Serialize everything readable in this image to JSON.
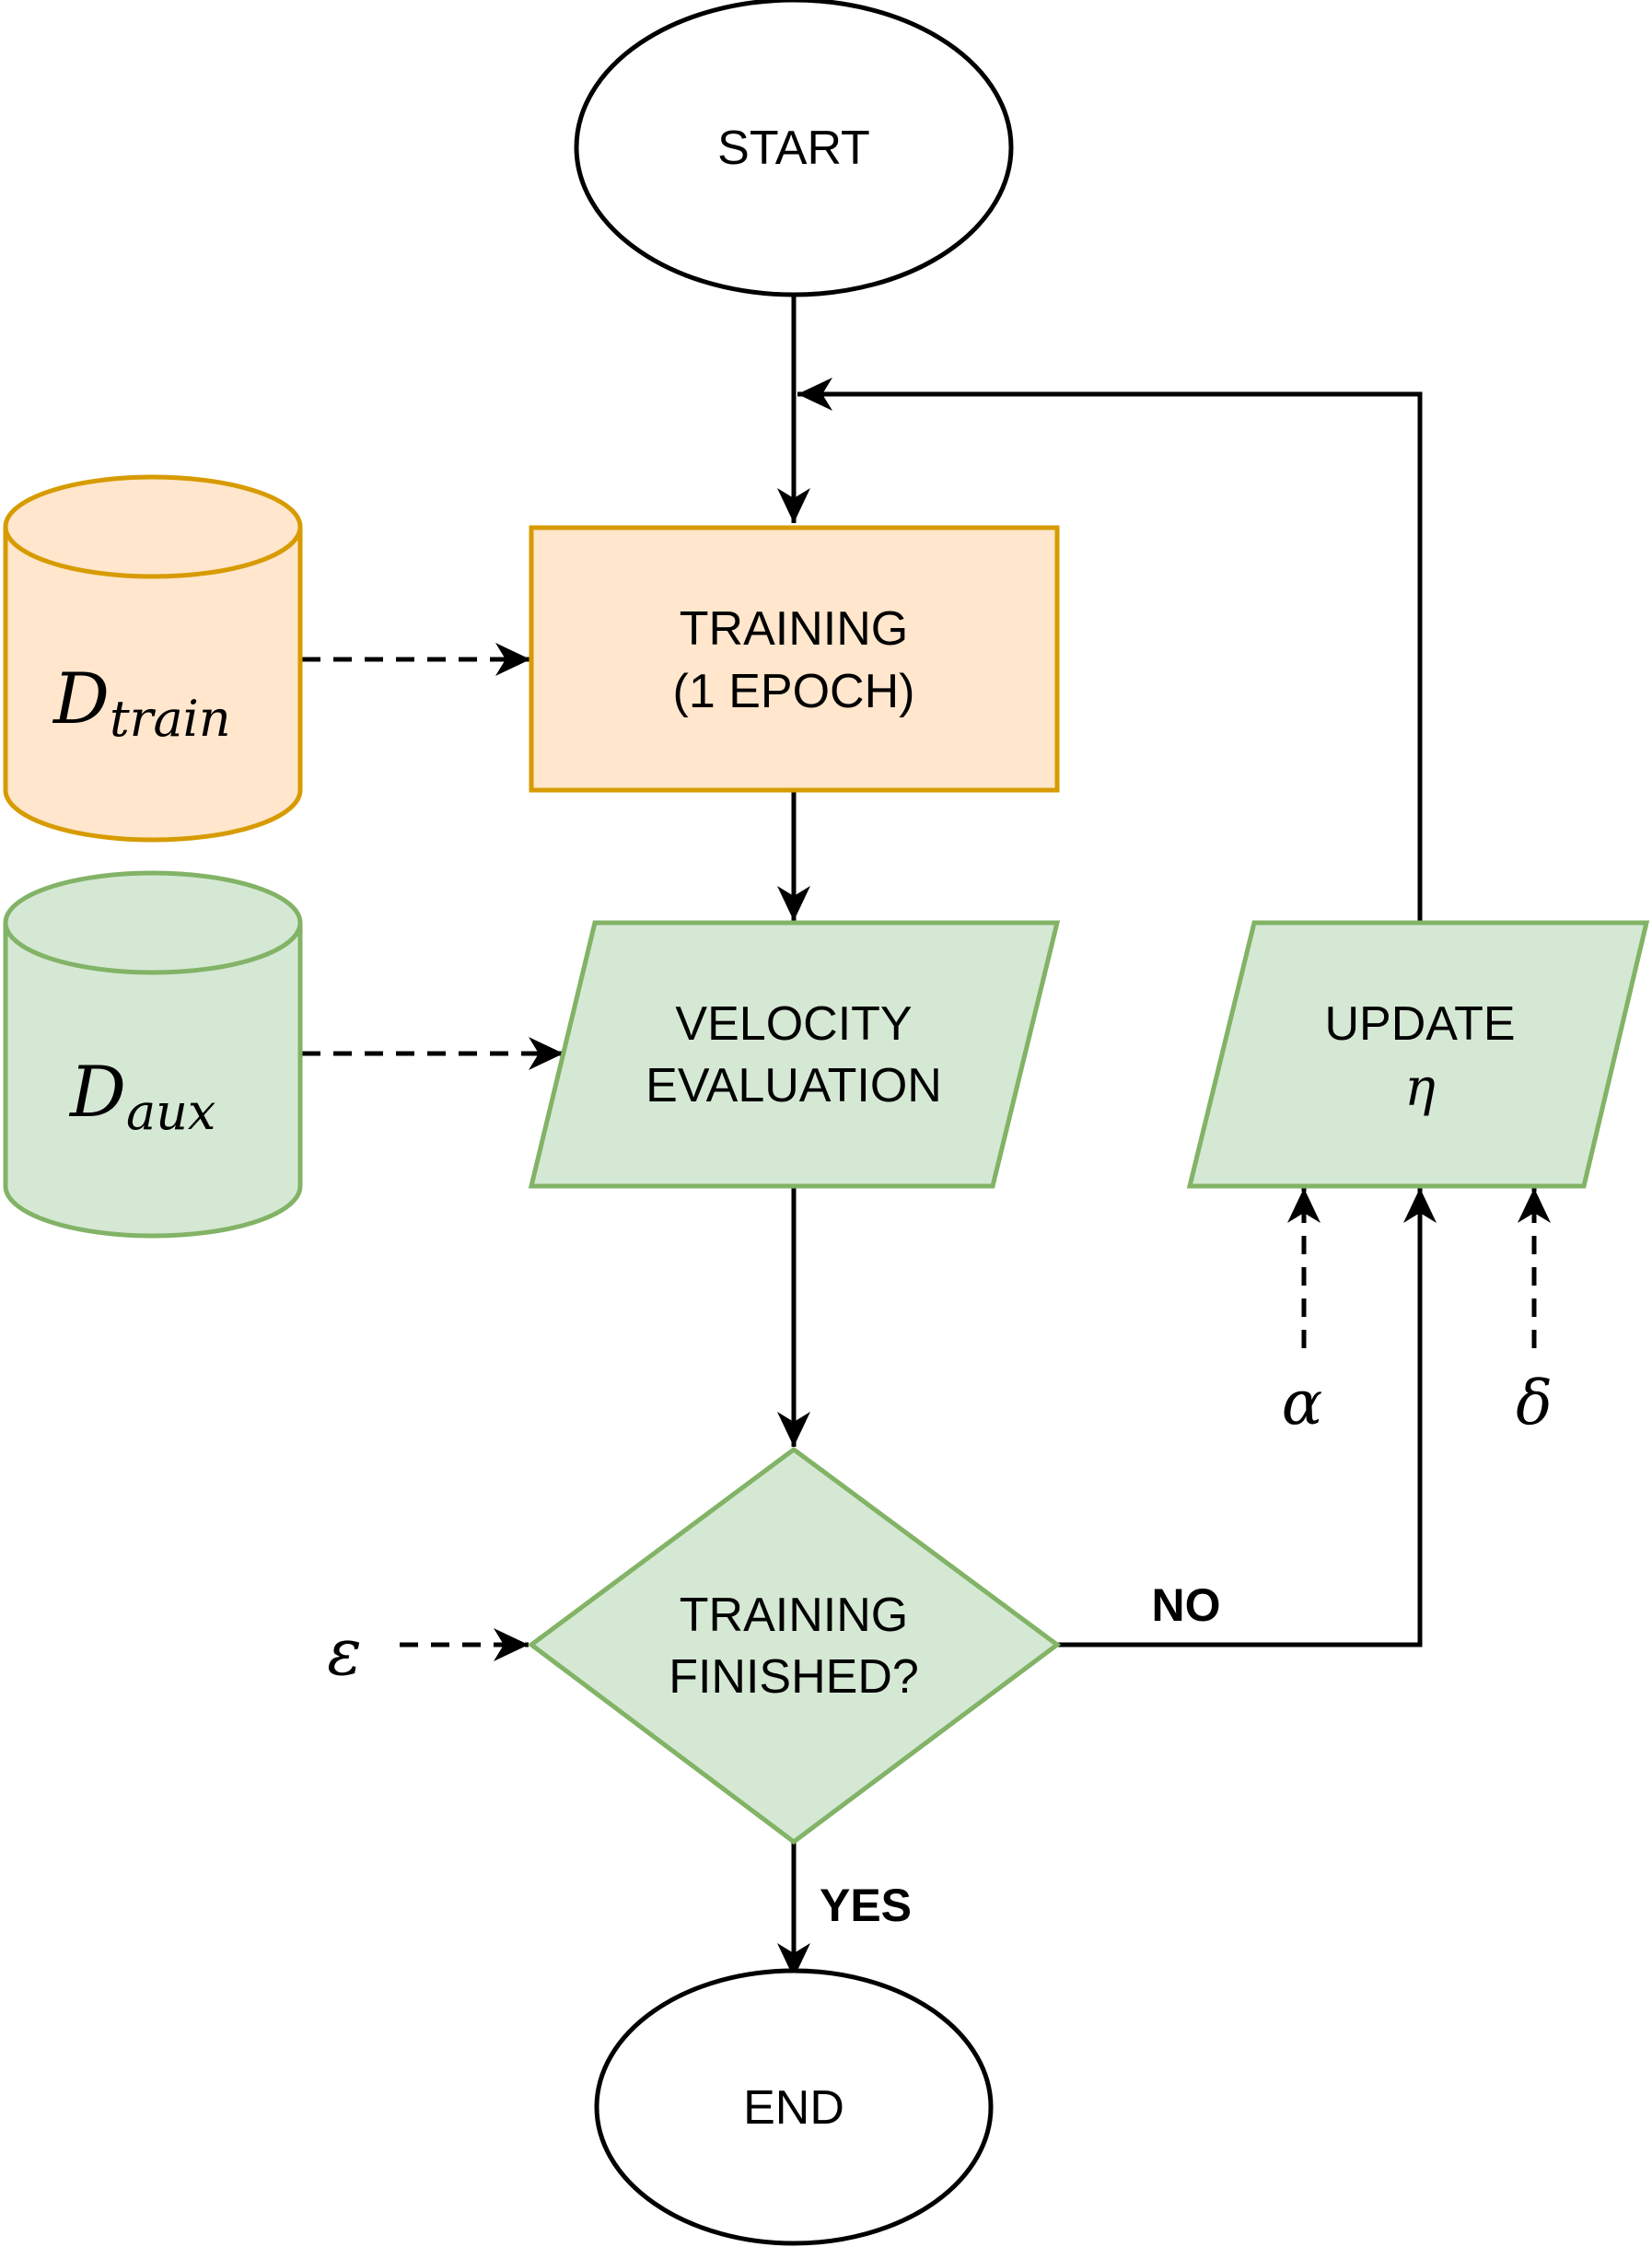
{
  "diagram": {
    "colors": {
      "orange_fill": "#FFE6CC",
      "orange_stroke": "#D79B00",
      "green_fill": "#D5E8D4",
      "green_stroke": "#82B366",
      "line": "#000000",
      "terminal_fill": "#FFFFFF"
    },
    "nodes": {
      "start": "START",
      "training_line1": "TRAINING",
      "training_line2": "(1 EPOCH)",
      "velocity_line1": "VELOCITY",
      "velocity_line2": "EVALUATION",
      "update_line1": "UPDATE",
      "update_symbol": "η",
      "decision_line1": "TRAINING",
      "decision_line2": "FINISHED?",
      "end": "END"
    },
    "datasets": {
      "train_symbol": "D",
      "train_subscript": "train",
      "aux_symbol": "D",
      "aux_subscript": "aux"
    },
    "params": {
      "alpha": "α",
      "delta": "δ",
      "epsilon": "ε"
    },
    "edge_labels": {
      "no": "NO",
      "yes": "YES"
    }
  }
}
